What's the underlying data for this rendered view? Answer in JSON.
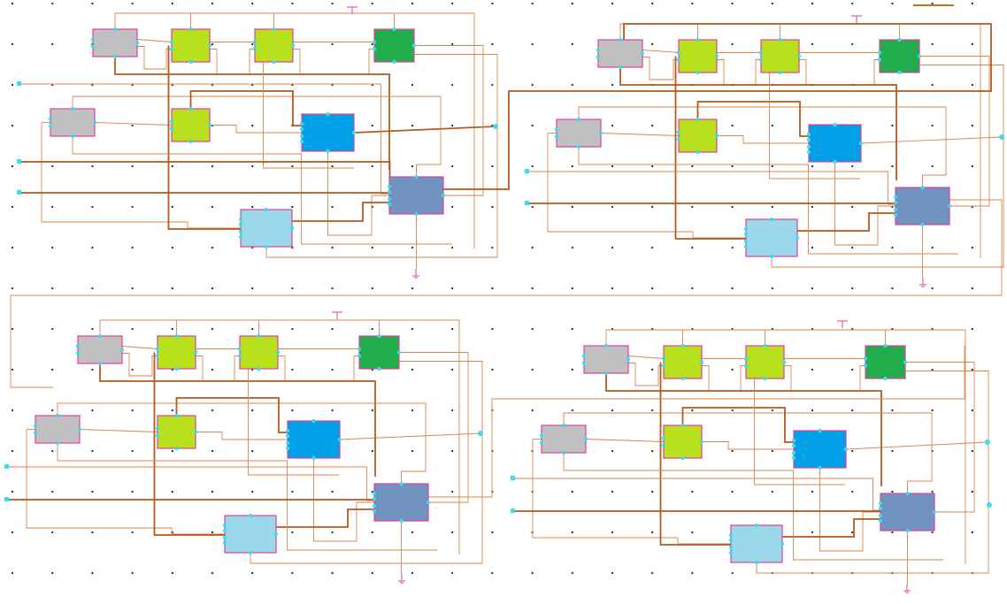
{
  "colors": {
    "background": "#ffffff",
    "grid_dot": "#222222",
    "wire_thin": "#d9844f",
    "wire_thick": "#b35a1e",
    "pin": "#33e0f0",
    "block_border": "#e0409a",
    "supply_symbol": "#e060a8",
    "legend_bar": "#b87a1c"
  },
  "block_types": {
    "gray": {
      "fill": "#c0c0c0"
    },
    "lime": {
      "fill": "#b8e01c"
    },
    "green": {
      "fill": "#21ad4b"
    },
    "blue": {
      "fill": "#00a0e8"
    },
    "steel": {
      "fill": "#7093bf"
    },
    "lightblue": {
      "fill": "#9ad8ea"
    }
  },
  "quadrant_count": 4,
  "blocks_per_quadrant": [
    "gray",
    "lime",
    "lime",
    "green",
    "gray",
    "lime",
    "blue",
    "steel",
    "lightblue"
  ]
}
